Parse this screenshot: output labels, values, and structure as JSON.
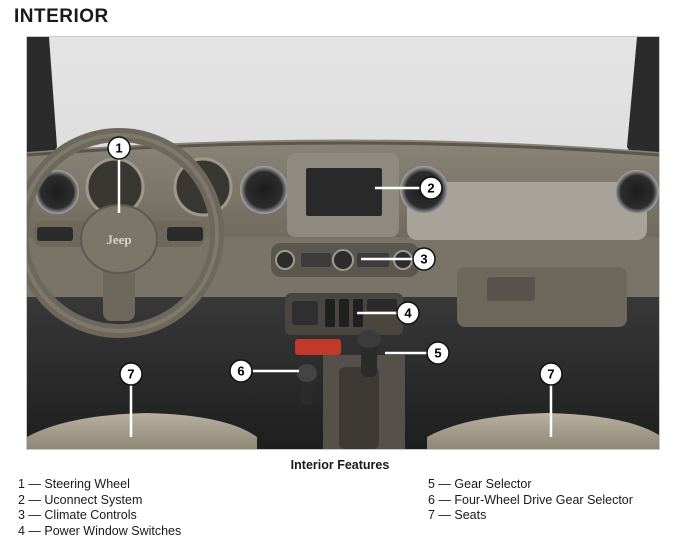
{
  "page": {
    "title": "INTERIOR"
  },
  "figure": {
    "caption": "Interior Features"
  },
  "callouts": [
    "1",
    "2",
    "3",
    "4",
    "5",
    "6",
    "7",
    "7"
  ],
  "legend": [
    "1 — Steering Wheel",
    "2 — Uconnect System",
    "3 — Climate Controls",
    "4 — Power Window Switches",
    "5 — Gear Selector",
    "6 — Four-Wheel Drive Gear Selector",
    "7 — Seats"
  ]
}
